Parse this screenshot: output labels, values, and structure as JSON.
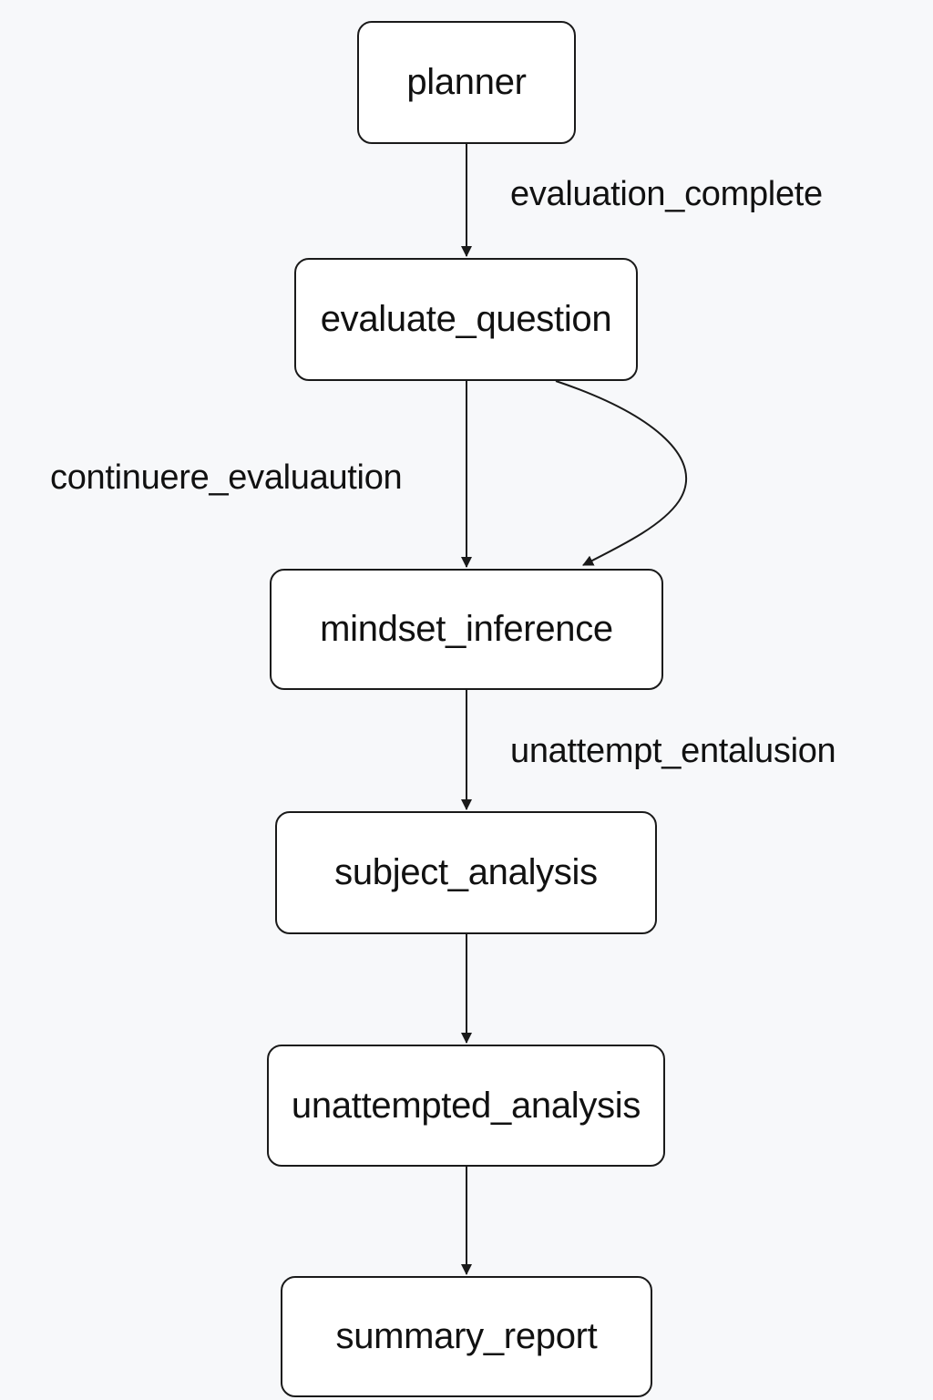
{
  "diagram": {
    "nodes": {
      "planner": "planner",
      "evaluate_question": "evaluate_question",
      "mindset_inference": "mindset_inference",
      "subject_analysis": "subject_analysis",
      "unattempted_analysis": "unattempted_analysis",
      "summary_report": "summary_report"
    },
    "edge_labels": {
      "planner_to_evaluate": "evaluation_complete",
      "evaluate_to_mindset": "continuere_evaluaution",
      "mindset_to_subject": "unattempt_entalusion"
    },
    "edges": [
      {
        "from": "planner",
        "to": "evaluate_question",
        "label": "evaluation_complete"
      },
      {
        "from": "evaluate_question",
        "to": "mindset_inference",
        "label": "continuere_evaluaution"
      },
      {
        "from": "evaluate_question",
        "to": "mindset_inference",
        "label": ""
      },
      {
        "from": "mindset_inference",
        "to": "subject_analysis",
        "label": "unattempt_entalusion"
      },
      {
        "from": "subject_analysis",
        "to": "unattempted_analysis",
        "label": ""
      },
      {
        "from": "unattempted_analysis",
        "to": "summary_report",
        "label": ""
      }
    ],
    "colors": {
      "background": "#f7f8fa",
      "node_fill": "#ffffff",
      "stroke": "#1a1a1a",
      "text": "#111111"
    }
  }
}
